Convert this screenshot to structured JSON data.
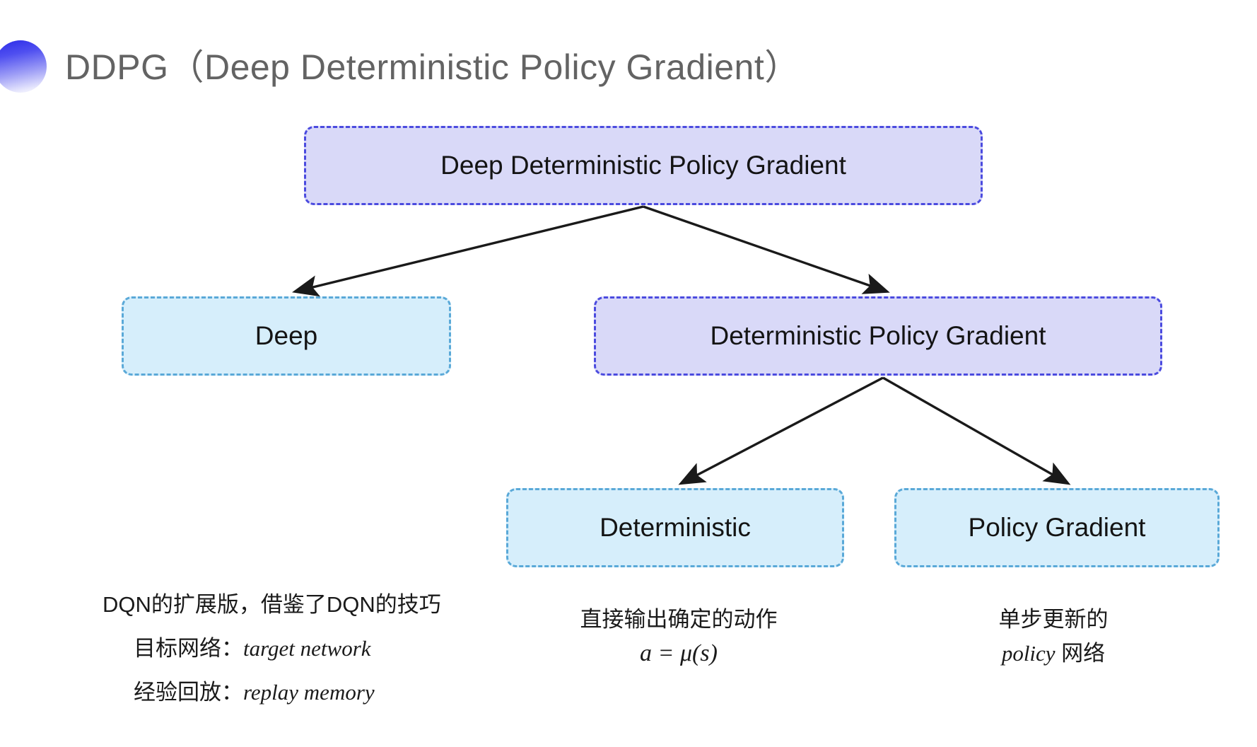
{
  "slide": {
    "title": "DDPG（Deep Deterministic Policy Gradient）",
    "background_color": "#ffffff",
    "title_color": "#636363",
    "bullet_icon": "gradient-circle-bullet-icon"
  },
  "colors": {
    "purple_fill": "#d9d9f8",
    "purple_border": "#4b4bdf",
    "blue_fill": "#d6eefb",
    "blue_border": "#5aa9d8",
    "connector": "#1a1a1a"
  },
  "diagram": {
    "nodes": [
      {
        "id": "root",
        "label": "Deep Deterministic Policy Gradient",
        "style": "purple"
      },
      {
        "id": "deep",
        "label": "Deep",
        "style": "blue"
      },
      {
        "id": "dpg",
        "label": "Deterministic Policy Gradient",
        "style": "purple"
      },
      {
        "id": "deterministic",
        "label": "Deterministic",
        "style": "blue"
      },
      {
        "id": "policy_gradient",
        "label": "Policy Gradient",
        "style": "blue"
      }
    ],
    "edges": [
      {
        "from": "root",
        "to": "deep"
      },
      {
        "from": "root",
        "to": "dpg"
      },
      {
        "from": "dpg",
        "to": "deterministic"
      },
      {
        "from": "dpg",
        "to": "policy_gradient"
      }
    ]
  },
  "captions": {
    "deep": {
      "line1": "DQN的扩展版，借鉴了DQN的技巧",
      "line2_label": "目标网络：",
      "line2_value": "target network",
      "line3_label": "经验回放：",
      "line3_value": "replay memory"
    },
    "deterministic": {
      "line1": "直接输出确定的动作",
      "formula": "a = μ(s)"
    },
    "policy_gradient": {
      "line1": "单步更新的",
      "line2_value": "policy",
      "line2_suffix": " 网络"
    }
  }
}
